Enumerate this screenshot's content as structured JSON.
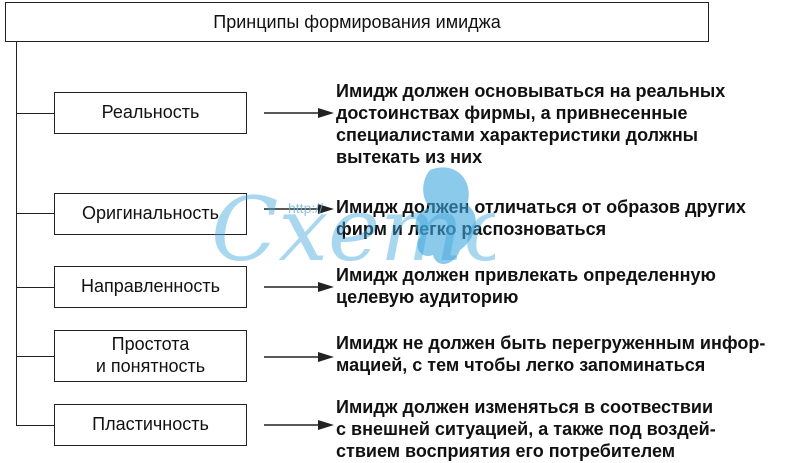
{
  "title": "Принципы формирования имиджа",
  "principles": [
    {
      "label": "Реальность",
      "desc": [
        "Имидж должен основываться на реальных",
        "достоинствах фирмы, а привнесенные",
        "специалистами характеристики должны",
        "вытекать из них"
      ]
    },
    {
      "label": "Оригинальность",
      "desc": [
        "Имидж должен отличаться от образов других",
        "фирм и легко распозноваться"
      ]
    },
    {
      "label": "Направленность",
      "desc": [
        "Имидж должен привлекать определенную",
        "целевую аудиторию"
      ]
    },
    {
      "label_lines": [
        "Простота",
        "и понятность"
      ],
      "desc": [
        "Имидж не должен быть перегруженным инфор-",
        "мацией, с тем чтобы легко запоминаться"
      ]
    },
    {
      "label": "Пластичность",
      "desc": [
        "Имидж должен изменяться в соотвествии",
        "с внешней ситуацией, а также под воздей-",
        "ствием восприятия его потребителем"
      ]
    }
  ],
  "watermark": {
    "url": "http://",
    "text": "Cxemo",
    "color": "#3ea6dc"
  }
}
